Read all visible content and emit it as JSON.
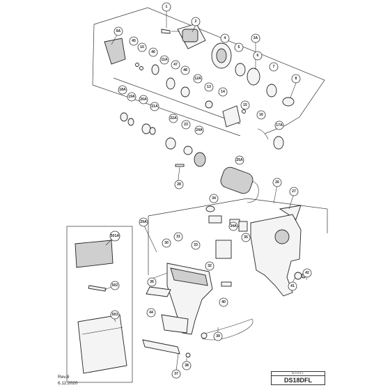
{
  "diagram": {
    "callouts": [
      "1",
      "2",
      "3A",
      "4",
      "5",
      "6",
      "7",
      "8",
      "9A",
      "45",
      "10",
      "46",
      "11A",
      "47",
      "48",
      "12A",
      "13",
      "14",
      "15",
      "16",
      "17A",
      "18A",
      "19A",
      "20A",
      "21A",
      "22A",
      "23",
      "24A",
      "25A",
      "26",
      "27",
      "28",
      "29A",
      "30",
      "31",
      "32",
      "33",
      "34",
      "34A",
      "35",
      "36",
      "37",
      "38",
      "39",
      "40",
      "41",
      "42",
      "44",
      "501A",
      "502",
      "503"
    ]
  },
  "revision": {
    "rev": "Rev.8",
    "date": "6.11.2020"
  },
  "model_box": {
    "caption": "MODEL",
    "name": "DS18DFL"
  }
}
